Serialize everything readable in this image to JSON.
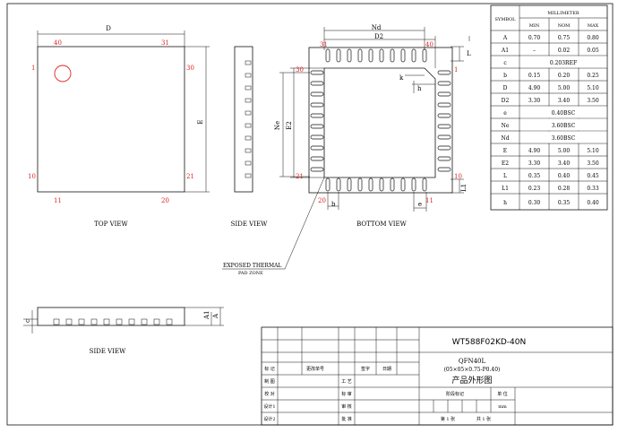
{
  "views": {
    "top": "TOP VIEW",
    "side": "SIDE VIEW",
    "bottom": "BOTTOM VIEW",
    "side2": "SIDE VIEW",
    "exposed_line1": "EXPOSED THERMAL",
    "exposed_line2": "PAD ZONE"
  },
  "top_view": {
    "pin40": "40",
    "pin31": "31",
    "pin1": "1",
    "pin30": "30",
    "pin10": "10",
    "pin21": "21",
    "pin11": "11",
    "pin20": "20",
    "dim_D": "D",
    "dim_E": "E"
  },
  "bottom_view": {
    "pin31": "31",
    "pin40": "40",
    "pin30": "30",
    "pin1": "1",
    "pin21": "21",
    "pin10": "10",
    "pin20": "20",
    "pin11": "11",
    "dim_Nd": "Nd",
    "dim_D2": "D2",
    "dim_Ne": "Ne",
    "dim_E2": "E2",
    "dim_L": "L",
    "dim_L1": "L1",
    "dim_b": "b",
    "dim_e": "e",
    "dim_k": "k",
    "dim_h": "h"
  },
  "side2": {
    "dim_c": "c",
    "dim_A1": "A1",
    "dim_A": "A"
  },
  "dimension_table": {
    "symbol_header": "SYMBOL",
    "unit_header": "MILLIMETER",
    "col_min": "MIN",
    "col_nom": "NOM",
    "col_max": "MAX",
    "rows": [
      {
        "sym": "A",
        "min": "0.70",
        "nom": "0.75",
        "max": "0.80"
      },
      {
        "sym": "A1",
        "min": "–",
        "nom": "0.02",
        "max": "0.05"
      },
      {
        "sym": "c",
        "span": "0.203REF"
      },
      {
        "sym": "b",
        "min": "0.15",
        "nom": "0.20",
        "max": "0.25"
      },
      {
        "sym": "D",
        "min": "4.90",
        "nom": "5.00",
        "max": "5.10"
      },
      {
        "sym": "D2",
        "min": "3.30",
        "nom": "3.40",
        "max": "3.50"
      },
      {
        "sym": "e",
        "span": "0.40BSC"
      },
      {
        "sym": "Ne",
        "span": "3.60BSC"
      },
      {
        "sym": "Nd",
        "span": "3.60BSC"
      },
      {
        "sym": "E",
        "min": "4.90",
        "nom": "5.00",
        "max": "5.10"
      },
      {
        "sym": "E2",
        "min": "3.30",
        "nom": "3.40",
        "max": "3.50"
      },
      {
        "sym": "L",
        "min": "0.35",
        "nom": "0.40",
        "max": "0.45"
      },
      {
        "sym": "L1",
        "min": "0.23",
        "nom": "0.28",
        "max": "0.33"
      },
      {
        "sym": "h",
        "min": "0.30",
        "nom": "0.35",
        "max": "0.40"
      }
    ]
  },
  "title_block": {
    "part_number": "WT588F02KD-40N",
    "package": "QFN40L",
    "package_dims": "(05×05×0.75-P0.40)",
    "drawing_title": "产品外形图",
    "mark": "标 记",
    "change_no": "更改单号",
    "signature": "签字",
    "date": "日期",
    "drawn": "制 图",
    "process": "工 艺",
    "check": "校 对",
    "standard": "标 审",
    "design1": "设计1",
    "review": "审 核",
    "design2": "设计2",
    "approve": "批 准",
    "stage_mark": "阶段标记",
    "unit": "单 位",
    "unit_value": "mm",
    "sheet": "第 1 张",
    "total": "共 1 张"
  }
}
